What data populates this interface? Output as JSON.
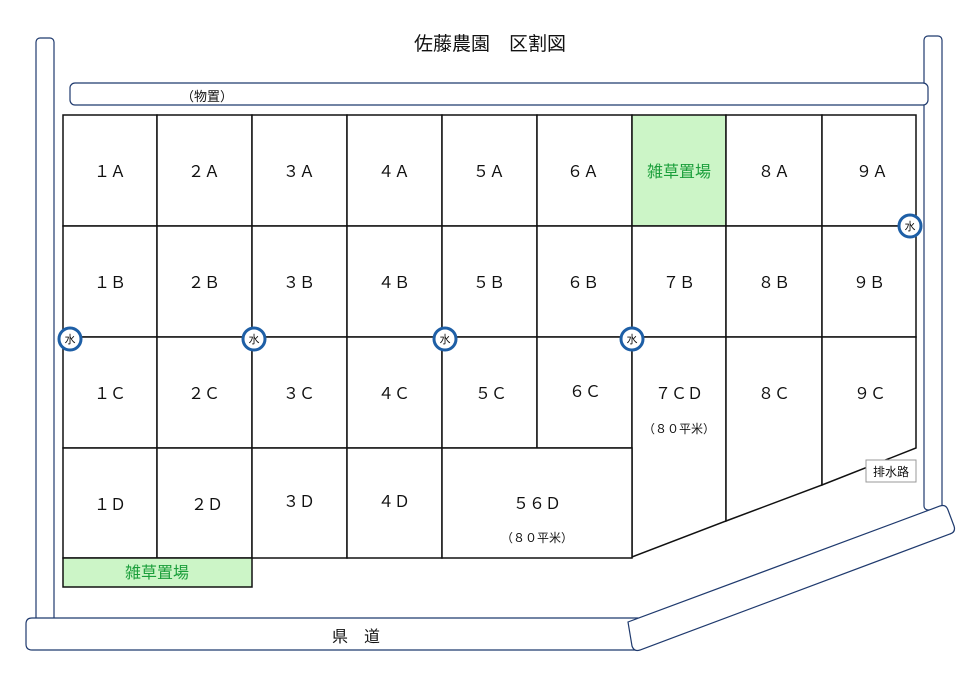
{
  "title": "佐藤農園　区割図",
  "storage_label": "（物置）",
  "road_label": "県　道",
  "drain_label": "排水路",
  "weed_label": "雑草置場",
  "water_label": "水",
  "area_note": "（８０平米）",
  "plots": {
    "p1A": "１Ａ",
    "p2A": "２Ａ",
    "p3A": "３Ａ",
    "p4A": "４Ａ",
    "p5A": "５Ａ",
    "p6A": "６Ａ",
    "p8A": "８Ａ",
    "p9A": "９Ａ",
    "p1B": "１Ｂ",
    "p2B": "２Ｂ",
    "p3B": "３Ｂ",
    "p4B": "４Ｂ",
    "p5B": "５Ｂ",
    "p6B": "６Ｂ",
    "p7B": "７Ｂ",
    "p8B": "８Ｂ",
    "p9B": "９Ｂ",
    "p1C": "１Ｃ",
    "p2C": "２Ｃ",
    "p3C": "３Ｃ",
    "p4C": "４Ｃ",
    "p5C": "５Ｃ",
    "p6C": "６Ｃ",
    "p7CD": "７ＣＤ",
    "p8C": "８Ｃ",
    "p9C": "９Ｃ",
    "p1D": "１Ｄ",
    "p2D": "２Ｄ",
    "p3D": "３Ｄ",
    "p4D": "４Ｄ",
    "p56D": "５６Ｄ"
  },
  "colors": {
    "weed_fill": "#ccf5c7",
    "weed_text": "#1a9e3a",
    "water_ring": "#1e5fa6",
    "road_stroke": "#1f3a6e"
  }
}
